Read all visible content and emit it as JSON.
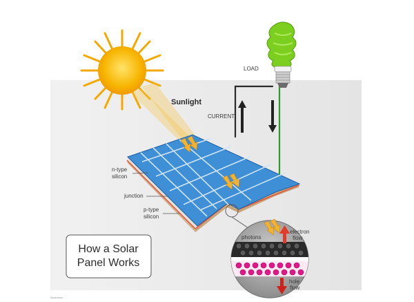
{
  "labels": {
    "sunlight": "Sunlight",
    "load": "LOAD",
    "current": "CURRENT",
    "n_type_line1": "n-type",
    "n_type_line2": "silicon",
    "junction": "junction",
    "p_type_line1": "p-type",
    "p_type_line2": "silicon",
    "photons": "photons",
    "electron_flow_line1": "electron",
    "electron_flow_line2": "flow",
    "hole_flow_line1": "hole",
    "hole_flow_line2": "flow"
  },
  "title_box": {
    "line1": "How a Solar",
    "line2": "Panel Works"
  },
  "caption": "Illustration: ...",
  "colors": {
    "sun": "#f7b500",
    "panel": "#3f8fd6",
    "panel_grid": "#cfe4f6",
    "photon_arrow": "#f2b233",
    "wire_positive": "#2a2a2a",
    "wire_negative": "#2e9b2e",
    "bulb": "#7ccf1e",
    "electron_arrow": "#e23b2e",
    "hole_arrow": "#d0201a",
    "background_band": "#ececec"
  }
}
